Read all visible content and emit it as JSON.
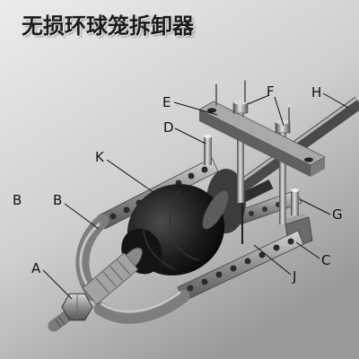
{
  "title": "无损环球笼拆卸器",
  "callouts": {
    "E": "E",
    "F": "F",
    "H": "H",
    "D": "D",
    "K": "K",
    "B_left": "B",
    "B_inner": "B",
    "G": "G",
    "A": "A",
    "C": "C",
    "J": "J"
  },
  "colors": {
    "background_top": "#ececec",
    "background_bottom": "#9a9a9a",
    "boot": "#151515",
    "metal": "#8e8e8e",
    "label_text": "#111111"
  }
}
